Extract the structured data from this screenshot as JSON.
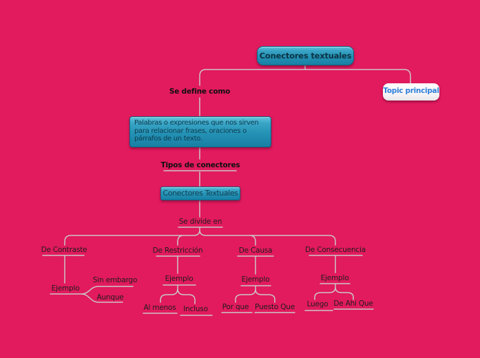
{
  "background": "#e21a5e",
  "line_color": "#cbc6c8",
  "root": {
    "label": "Conectores textuales"
  },
  "topic_badge": {
    "label": "Topic principal",
    "text_color": "#2e7fd9"
  },
  "definition_link_label": "Se define como",
  "definition_text": "Palabras o expresiones que nos sirven para relacionar frases, oraciones o párrafos de un texto.",
  "tipos_label": "Tipos de conectores",
  "subtopic_box_label": "Conectores Textuales",
  "divide_label": "Se divide en",
  "branches": [
    {
      "label": "De Contraste",
      "ejemplo_label": "Ejemplo",
      "examples": [
        "Sin embargo",
        "Aunque"
      ]
    },
    {
      "label": "De Restricción",
      "ejemplo_label": "Ejemplo",
      "examples": [
        "Al menos",
        "Incluso"
      ]
    },
    {
      "label": "De Causa",
      "ejemplo_label": "Ejemplo",
      "examples": [
        "Por que",
        "Puesto Que"
      ]
    },
    {
      "label": "De Consecuencia",
      "ejemplo_label": "Ejemplo",
      "examples": [
        "Luego",
        "De Ahi Que"
      ]
    }
  ],
  "node_colors": {
    "teal_top": "#63c4db",
    "teal_bottom": "#197fa4",
    "teal_border": "#0f6583",
    "teal_text": "#0c3344"
  }
}
